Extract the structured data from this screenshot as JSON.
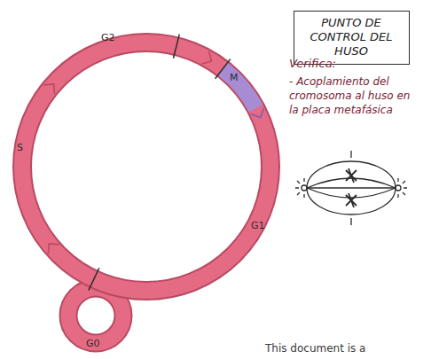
{
  "diagram": {
    "nodes": [
      {
        "text": [
          "PUNTO DE CONTROL DEL HUSO"
        ]
      }
    ],
    "labels": [
      "G2",
      "M",
      "S",
      "G1",
      "G0",
      "Verifica:",
      "- Acoplamiento del cromosoma al huso en la placa metafásica",
      "This document is a"
    ]
  }
}
